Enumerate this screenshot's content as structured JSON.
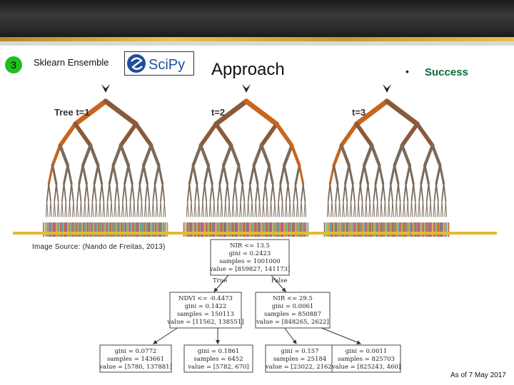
{
  "header": {
    "slide_number": "3",
    "subtitle": "Sklearn Ensemble",
    "logo_text": "SciPy",
    "title": "Approach",
    "bullet": "•",
    "status": "Success"
  },
  "forest": {
    "tree_labels": [
      "Tree t=1",
      "t=2",
      "t=3"
    ]
  },
  "decision_tree": {
    "edge_labels": {
      "true": "True",
      "false": "False"
    },
    "nodes": [
      {
        "id": "root",
        "lines": [
          "NIR <= 13.5",
          "gini = 0.2423",
          "samples = 1001000",
          "value = [859827, 141173]"
        ]
      },
      {
        "id": "left",
        "lines": [
          "NDVI <= -0.4473",
          "gini = 0.1422",
          "samples = 150113",
          "value = [11562, 138551]"
        ]
      },
      {
        "id": "right",
        "lines": [
          "NIR <= 29.5",
          "gini = 0.0061",
          "samples = 850887",
          "value = [848265, 2622]"
        ]
      },
      {
        "id": "ll",
        "lines": [
          "gini = 0.0772",
          "samples = 143661",
          "value = [5780, 137881]"
        ]
      },
      {
        "id": "lr",
        "lines": [
          "gini = 0.1861",
          "samples = 6452",
          "value = [5782, 670]"
        ]
      },
      {
        "id": "rl",
        "lines": [
          "gini = 0.157",
          "samples = 25184",
          "value = [23022, 2162]"
        ]
      },
      {
        "id": "rr",
        "lines": [
          "gini = 0.0011",
          "samples = 825703",
          "value = [825243, 460]"
        ]
      }
    ]
  },
  "footer": {
    "image_source": "Image Source: (Nando de Freitas, 2013)",
    "as_of": "As of 7 May 2017"
  },
  "colors": {
    "accent_gold": "#e8b830",
    "success_green": "#0a6b3a",
    "number_circle": "#1fbf1f"
  }
}
